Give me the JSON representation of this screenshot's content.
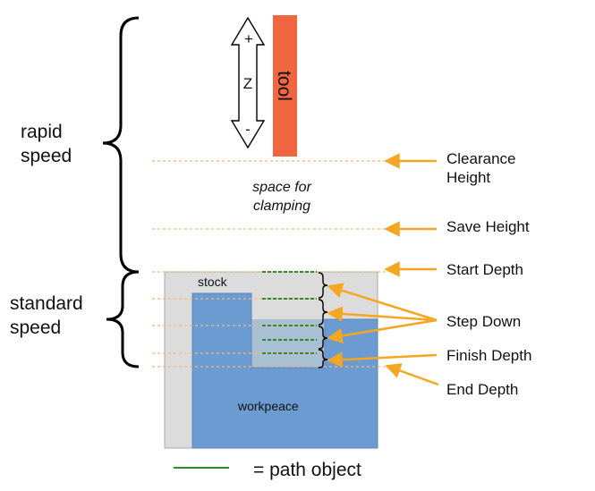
{
  "left_labels": {
    "rapid_line1": "rapid",
    "rapid_line2": "speed",
    "standard_line1": "standard",
    "standard_line2": "speed"
  },
  "tool": {
    "label": "tool",
    "color": "#ef6640"
  },
  "z_axis": {
    "label": "Z",
    "plus": "+",
    "minus": "-"
  },
  "clamping_note": {
    "line1": "space for",
    "line2": "clamping"
  },
  "stock_label": "stock",
  "workpiece_label": "workpeace",
  "right_labels": {
    "clearance_line1": "Clearance",
    "clearance_line2": "Height",
    "save_height": "Save Height",
    "start_depth": "Start Depth",
    "step_down": "Step Down",
    "finish_depth": "Finish Depth",
    "end_depth": "End Depth"
  },
  "legend": {
    "text": "= path object",
    "line_color": "#2e8b2e"
  },
  "colors": {
    "dashed_line": "#f5b87a",
    "arrow": "#f5a623",
    "stock_fill": "#dcdcdc",
    "workpiece_fill": "#6b9bd1",
    "path": "#2e8b2e"
  }
}
